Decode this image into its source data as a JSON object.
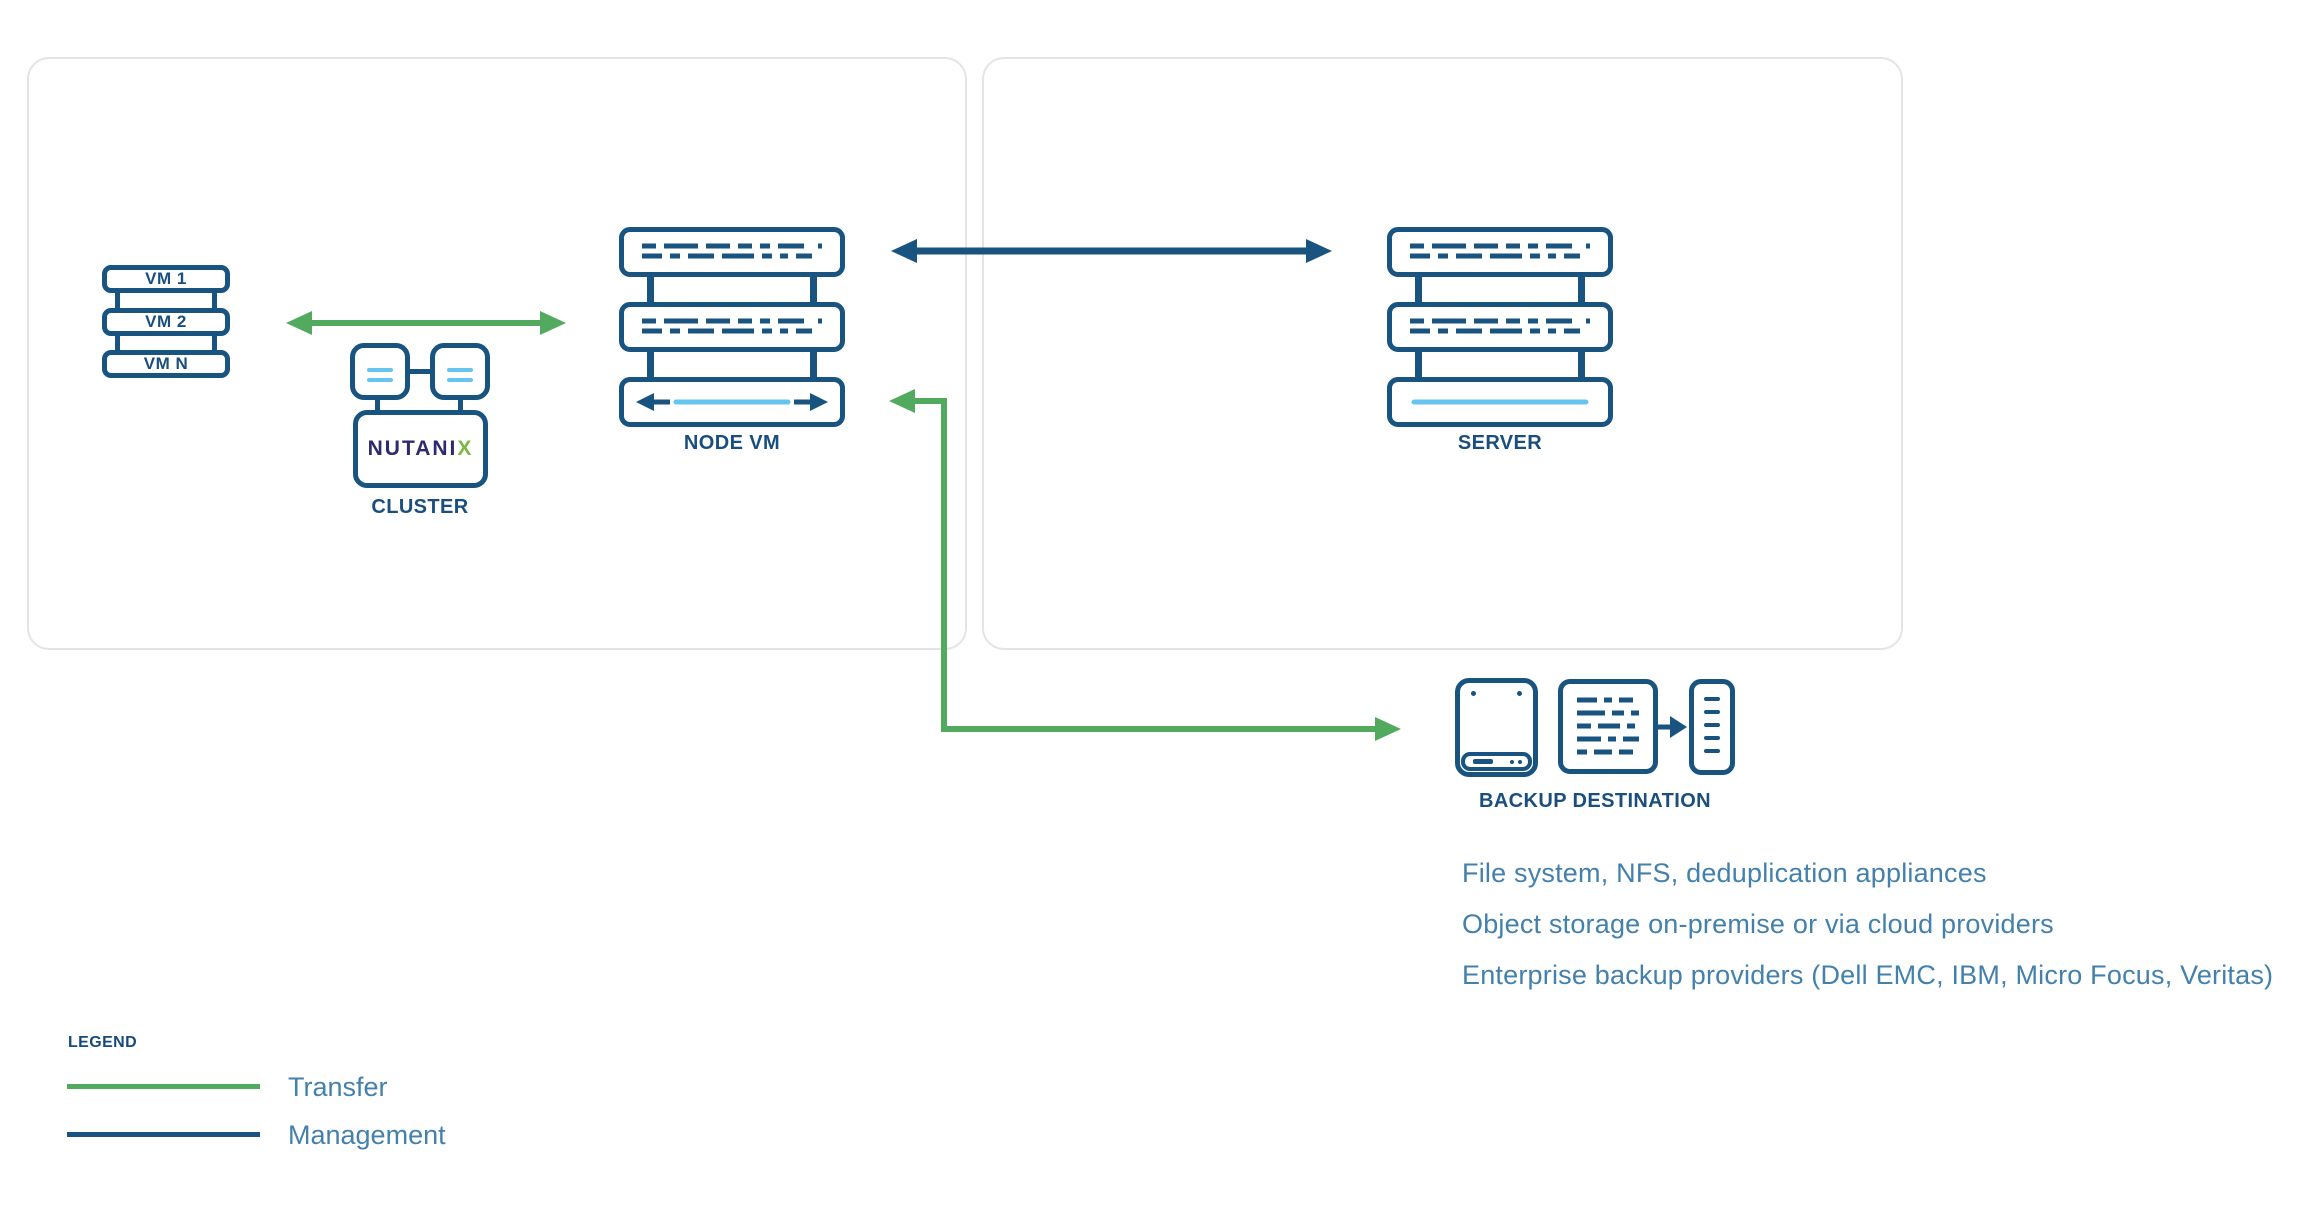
{
  "palette": {
    "dark_blue": "#195380",
    "light_blue": "#66c5ef",
    "green": "#52aa5e",
    "steel_text": "#4381ac",
    "label_blue": "#1a4f7d",
    "logo_navy": "#2e2a6d",
    "logo_green": "#78b943",
    "panel_border": "#e4e4e4"
  },
  "vm_stack": {
    "items": [
      "VM 1",
      "VM 2",
      "VM N"
    ]
  },
  "cluster": {
    "logo_text": "NUTANI",
    "logo_x": "X",
    "label": "CLUSTER"
  },
  "node_vm": {
    "label": "NODE VM"
  },
  "server": {
    "label": "SERVER"
  },
  "backup_destination": {
    "label": "BACKUP DESTINATION"
  },
  "notes": [
    "File system, NFS, deduplication appliances",
    "Object storage on-premise or via cloud providers",
    "Enterprise backup providers (Dell EMC, IBM, Micro Focus, Veritas)"
  ],
  "legend": {
    "title": "LEGEND",
    "items": [
      {
        "label": "Transfer",
        "color": "#52aa5e"
      },
      {
        "label": "Management",
        "color": "#195380"
      }
    ]
  }
}
